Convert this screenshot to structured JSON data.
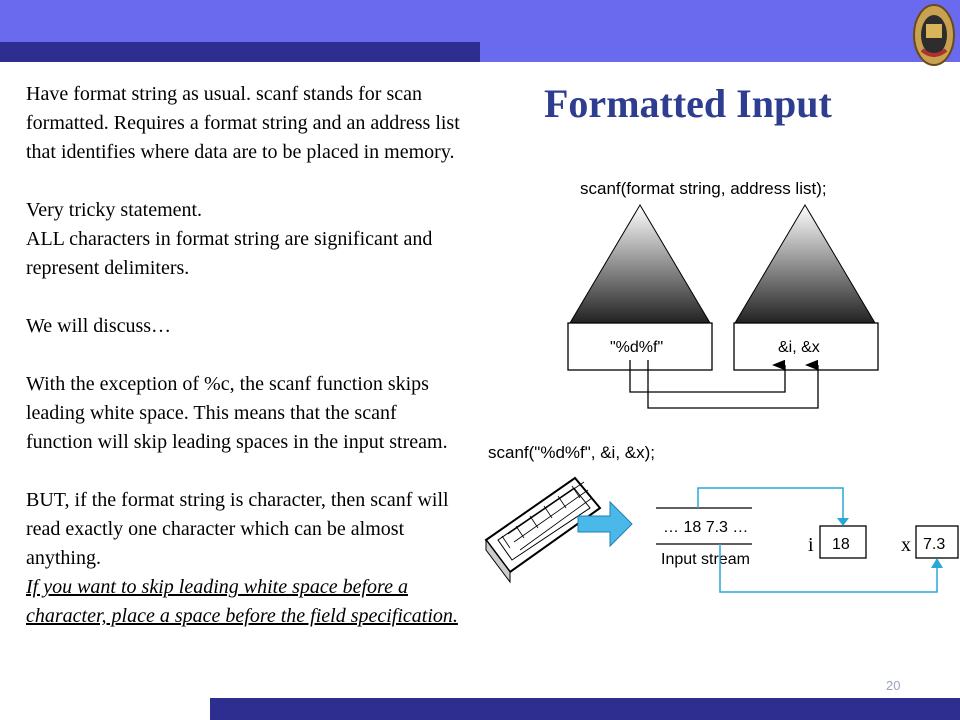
{
  "slide": {
    "title": "Formatted Input",
    "page_number": "20",
    "paragraphs": [
      "Have format string as usual. scanf stands for scan formatted. Requires a format string and an address list that identifies where data are to be placed in memory.",
      "Very tricky statement.",
      "ALL characters in format string are significant and represent delimiters.",
      "We will discuss…",
      "With the exception of %c, the scanf function skips leading white space. This means that the scanf function will skip leading spaces in the input stream.",
      "BUT, if the format string is character, then scanf will read exactly one character which can be almost anything.",
      "If you want to skip leading white space before a character, place a space before the field specification."
    ]
  },
  "diagram_top": {
    "header": "scanf(format string, address list);",
    "left_box": "\"%d%f\"",
    "right_box": "&i, &x"
  },
  "diagram_bottom": {
    "header": "scanf(\"%d%f\", &i, &x);",
    "stream_text": "… 18 7.3 …",
    "stream_label": "Input stream",
    "var_i_label": "i",
    "var_i_value": "18",
    "var_x_label": "x",
    "var_x_value": "7.3"
  },
  "colors": {
    "top_band": "#6a6aee",
    "dark_bar": "#2e2e90",
    "title": "#2e3d8f",
    "arrow_blue": "#29a7d8"
  }
}
